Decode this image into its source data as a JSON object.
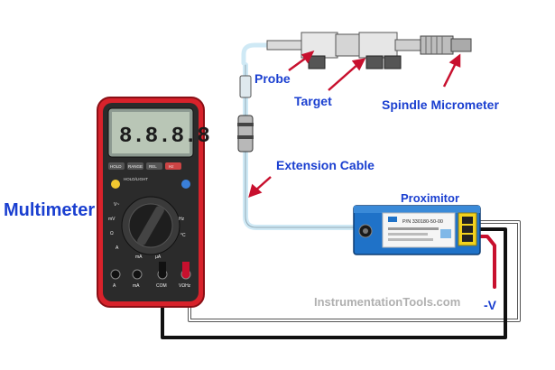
{
  "labels": {
    "multimeter": "Multimeter",
    "probe": "Probe",
    "target": "Target",
    "spindle": "Spindle Micrometer",
    "extension": "Extension Cable",
    "proximitor": "Proximitor",
    "voltage": "-V"
  },
  "watermark": "InstrumentationTools.com",
  "meter": {
    "display": "8.8.8.8",
    "buttons": [
      "HOLD",
      "RANGE",
      "REL",
      "Hz"
    ],
    "func_button": "HOLD/LIGHT",
    "terminals": [
      "A",
      "mA",
      "COM",
      "VΩHz"
    ],
    "dial_labels": [
      "V~",
      "mV",
      "Ω",
      "A",
      "mA",
      "µA",
      "Hz",
      "°C"
    ]
  },
  "proximitor": {
    "part_number": "P/N 330180-50-00"
  },
  "colors": {
    "label_blue": "#1a3fd0",
    "meter_red": "#d8222b",
    "proximitor_blue": "#1f72c8",
    "wire_red": "#c8102e"
  }
}
